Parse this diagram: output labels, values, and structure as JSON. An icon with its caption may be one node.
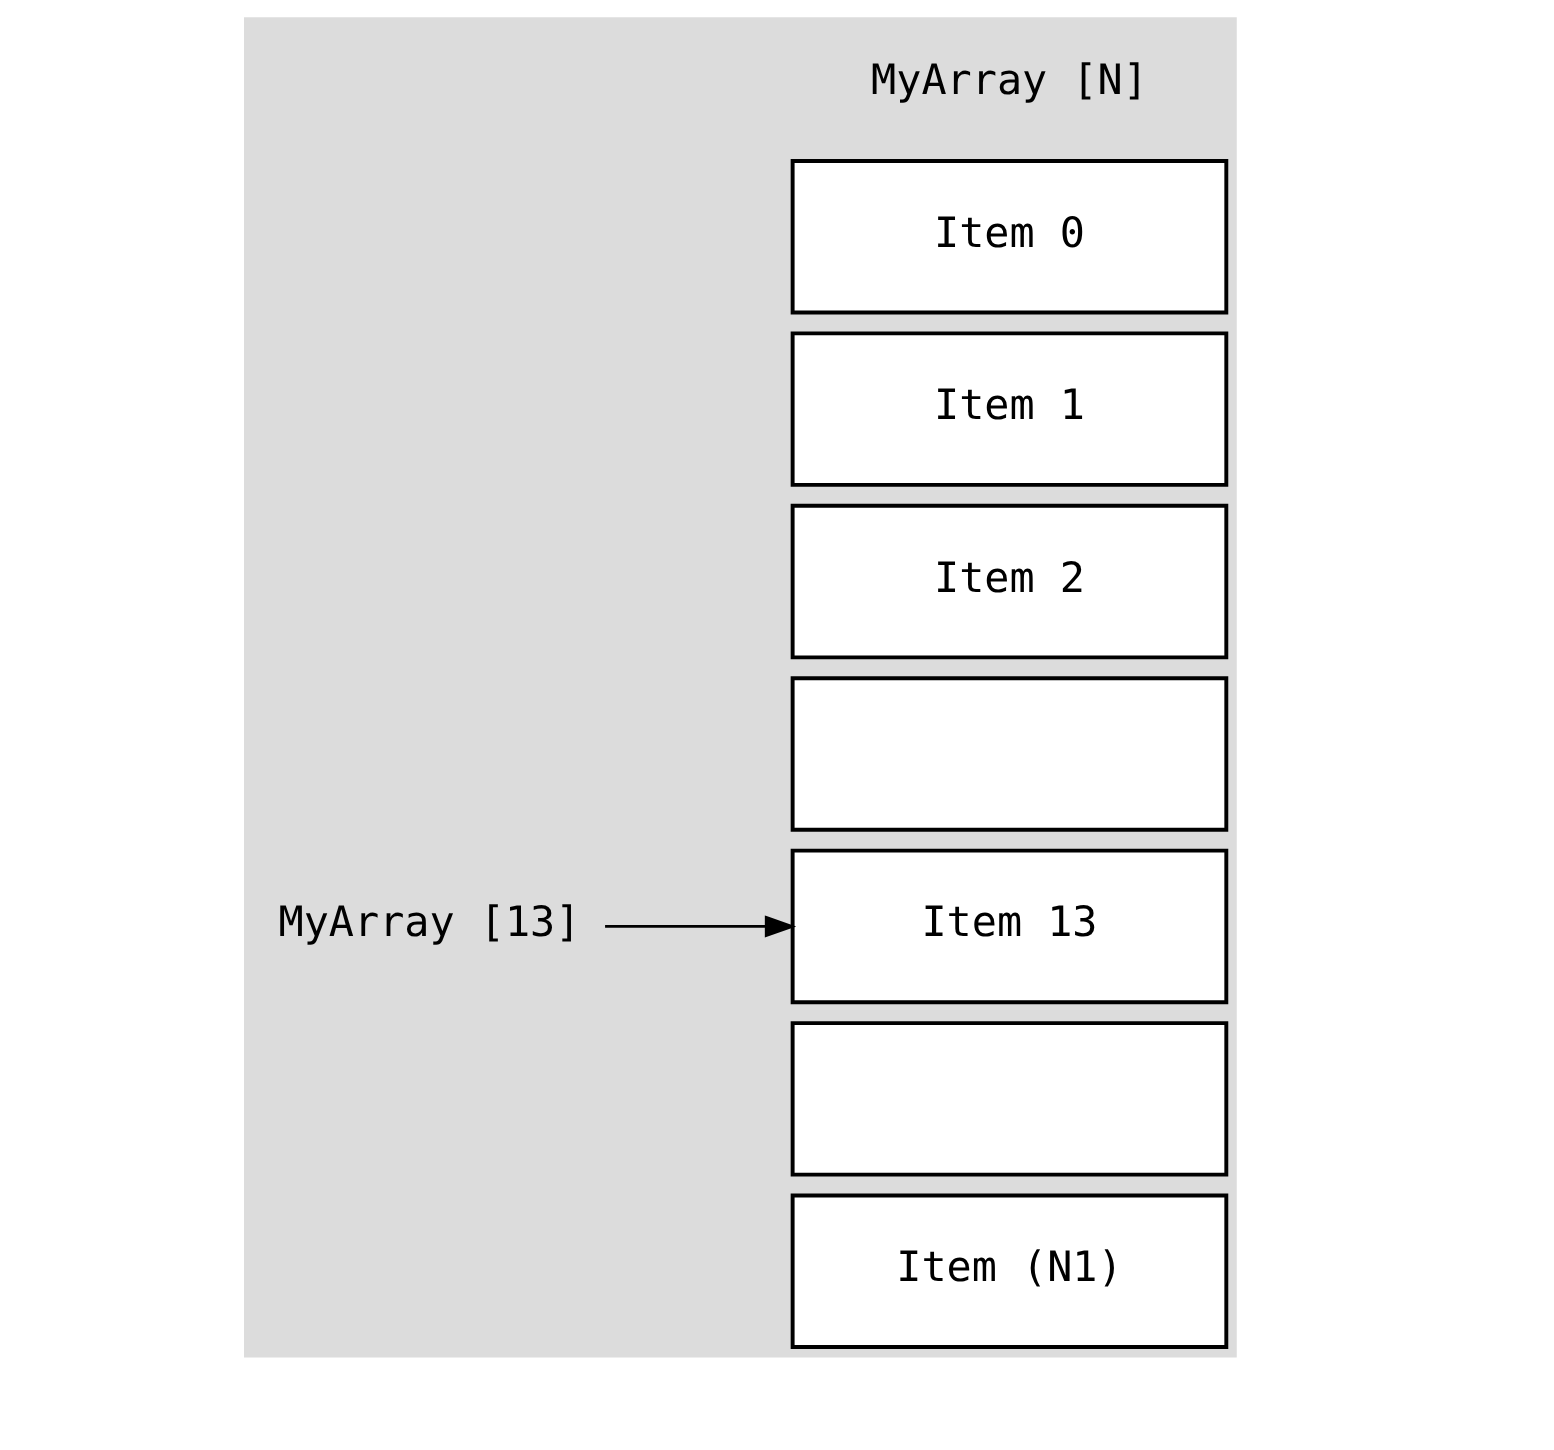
{
  "diagram": {
    "nodes": [
      {
        "text": [
          "Item 0"
        ]
      },
      {
        "text": [
          "Item 1"
        ]
      },
      {
        "text": [
          "Item 2"
        ]
      },
      {
        "text": [],
        "shape": "box"
      },
      {
        "text": [
          "Item 13"
        ]
      },
      {
        "text": [],
        "shape": "box"
      },
      {
        "text": [
          "Item (N1)"
        ]
      },
      {
        "text": [
          "MyArray [13]"
        ]
      }
    ],
    "edges": [
      {
        "from": 7,
        "to": 4,
        "arrow": "to"
      }
    ],
    "labels": [
      "MyArray [N]"
    ]
  }
}
